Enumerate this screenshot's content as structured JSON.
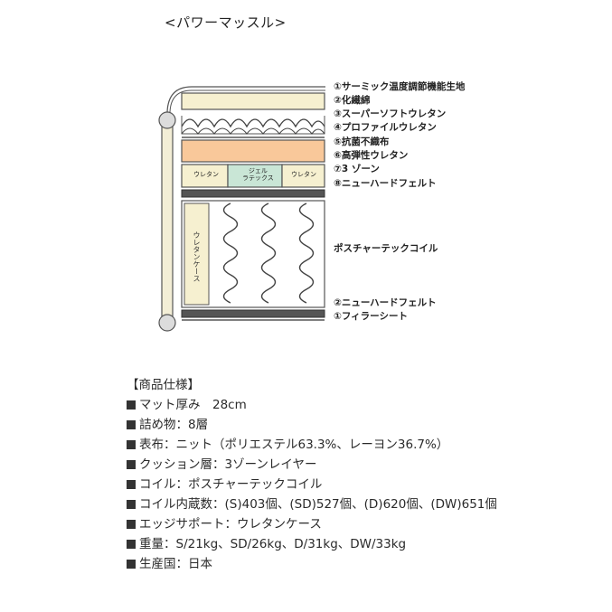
{
  "title": "<パワーマッスル>",
  "layers": [
    {
      "num": "①",
      "text": "サーミック温度調節機能生地"
    },
    {
      "num": "②",
      "text": "化繊綿"
    },
    {
      "num": "③",
      "text": "スーパーソフトウレタン"
    },
    {
      "num": "④",
      "text": "プロファイルウレタン"
    },
    {
      "num": "⑤",
      "text": "抗菌不織布"
    },
    {
      "num": "⑥",
      "text": "高弾性ウレタン"
    },
    {
      "num": "⑦",
      "text": "3 ゾーン"
    },
    {
      "num": "⑧",
      "text": "ニューハードフェルト"
    }
  ],
  "coil_label": "ポスチャーテックコイル",
  "bottom_layers": [
    {
      "num": "②",
      "text": "ニューハードフェルト"
    },
    {
      "num": "①",
      "text": "フィラーシート"
    }
  ],
  "zone_labels": {
    "left": "ウレタン",
    "center": "ジェル\nラテックス",
    "right": "ウレタン"
  },
  "edge_label": "ウレタンケース",
  "colors": {
    "cream": "#f6f0d0",
    "peach": "#f9c89a",
    "gel": "#c9e6d6",
    "felt": "#555555",
    "frame": "#f3eed6"
  },
  "specs": {
    "heading": "【商品仕様】",
    "rows": [
      "マット厚み　28cm",
      "詰め物：8層",
      "表布：ニット（ポリエステル63.3%、レーヨン36.7%）",
      "クッション層：3ゾーンレイヤー",
      "コイル：ポスチャーテックコイル",
      "コイル内蔵数：(S)403個、(SD)527個、(D)620個、(DW)651個",
      "エッジサポート：ウレタンケース",
      "重量：S/21kg、SD/26kg、D/31kg、DW/33kg",
      "生産国：日本"
    ]
  }
}
